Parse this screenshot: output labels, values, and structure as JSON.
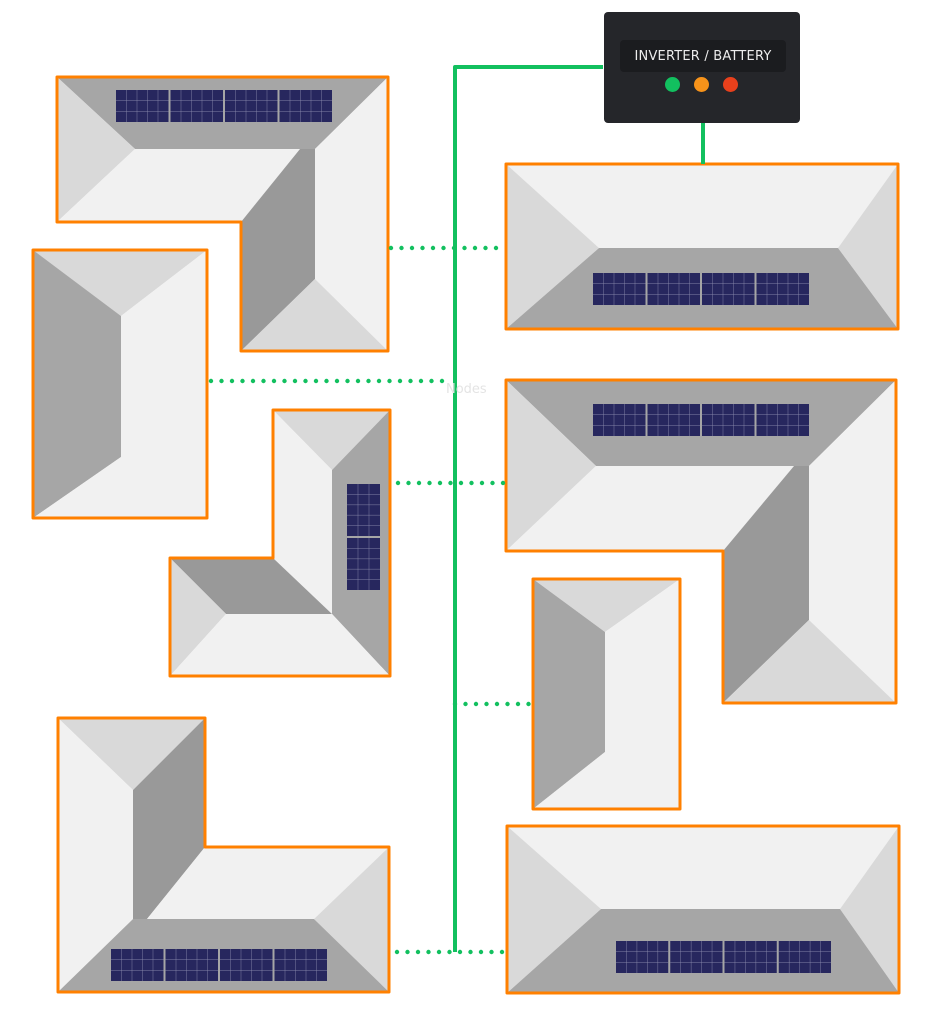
{
  "diagram": {
    "title": "Solar roof network to inverter/battery",
    "inverter": {
      "label": "INVERTER / BATTERY",
      "status_lights": [
        {
          "name": "green-status-light",
          "color": "#12c05f"
        },
        {
          "name": "amber-status-light",
          "color": "#f7931a"
        },
        {
          "name": "red-status-light",
          "color": "#e8401c"
        }
      ],
      "body_color": "#25262a"
    },
    "nodes_label": "Nodes",
    "colors": {
      "roof_outline": "#ff8000",
      "trunk_line": "#12c05f",
      "connection_dots": "#12c05f",
      "facet_light": "#f1f1f1",
      "facet_mid": "#d9d9d9",
      "facet_dark": "#a6a6a6",
      "facet_darker": "#999999",
      "panel_fill": "#27275e",
      "panel_grid": "#8f8fb0"
    },
    "roofs": [
      {
        "id": "roof-1",
        "shape": "L",
        "has_panels": true,
        "panel_groups": 4,
        "panel_orientation": "horizontal"
      },
      {
        "id": "roof-2",
        "shape": "rectangle",
        "has_panels": false
      },
      {
        "id": "roof-3",
        "shape": "L",
        "has_panels": true,
        "panel_groups": 2,
        "panel_orientation": "vertical"
      },
      {
        "id": "roof-4",
        "shape": "L",
        "has_panels": true,
        "panel_groups": 4,
        "panel_orientation": "horizontal"
      },
      {
        "id": "roof-5",
        "shape": "rectangle",
        "has_panels": true,
        "panel_groups": 4,
        "panel_orientation": "horizontal"
      },
      {
        "id": "roof-6",
        "shape": "L",
        "has_panels": true,
        "panel_groups": 4,
        "panel_orientation": "horizontal"
      },
      {
        "id": "roof-7",
        "shape": "rectangle",
        "has_panels": false
      },
      {
        "id": "roof-8",
        "shape": "rectangle",
        "has_panels": true,
        "panel_groups": 4,
        "panel_orientation": "horizontal"
      }
    ],
    "connections": [
      {
        "from": "roof-1",
        "to": "trunk"
      },
      {
        "from": "roof-5",
        "to": "trunk"
      },
      {
        "from": "roof-2",
        "to": "trunk"
      },
      {
        "from": "roof-3",
        "to": "trunk"
      },
      {
        "from": "roof-6",
        "to": "trunk"
      },
      {
        "from": "roof-7",
        "to": "trunk"
      },
      {
        "from": "roof-4",
        "to": "trunk"
      },
      {
        "from": "roof-8",
        "to": "trunk"
      }
    ]
  }
}
